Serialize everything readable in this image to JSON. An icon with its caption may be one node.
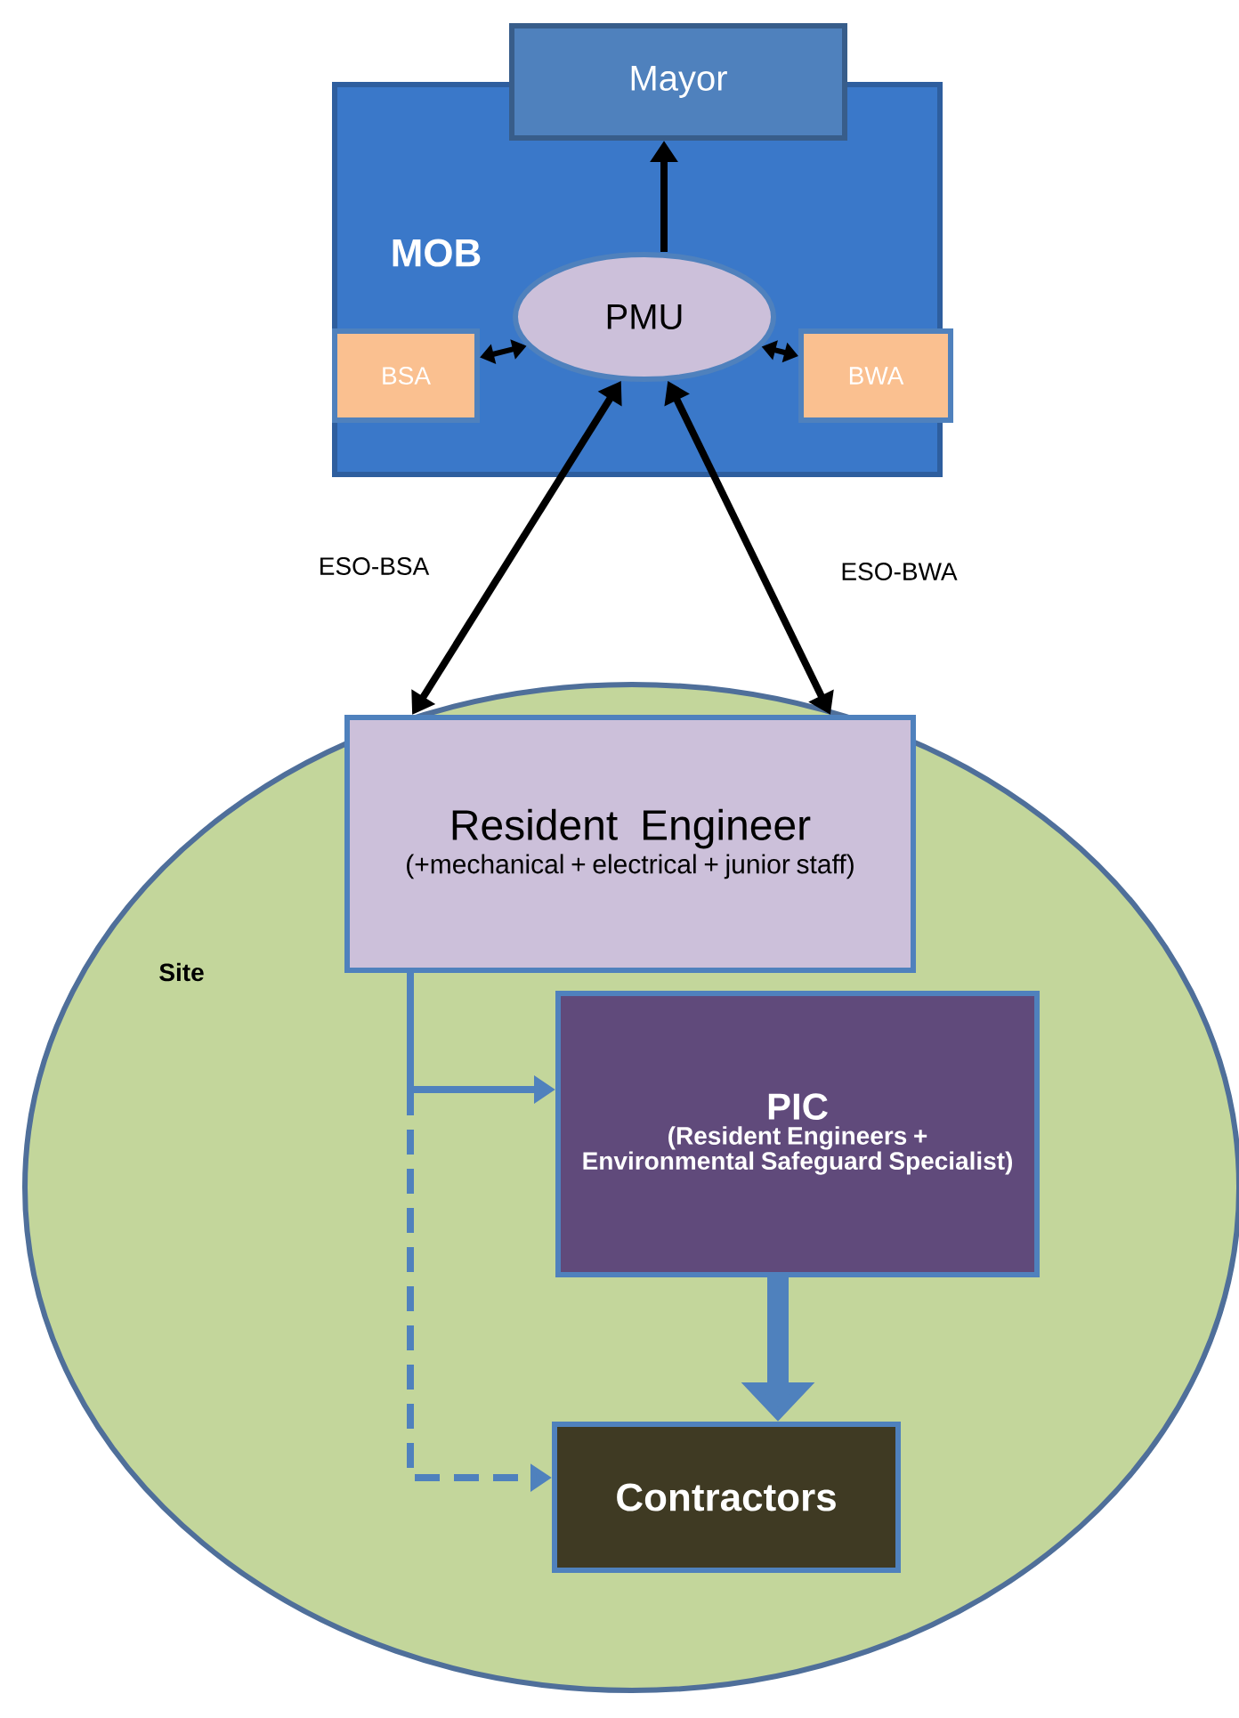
{
  "diagram": {
    "nodes": [
      {
        "text": [
          "MOB"
        ]
      },
      {
        "text": [
          "Mayor"
        ]
      },
      {
        "text": [
          "PMU"
        ],
        "in": 0
      },
      {
        "text": [
          "BSA"
        ],
        "in": 0
      },
      {
        "text": [
          "BWA"
        ],
        "in": 0
      },
      {
        "text": [
          "Site"
        ]
      },
      {
        "text": [
          "Resident Engineer",
          "(+mechanical + electrical + junior staff)"
        ],
        "in": 5
      },
      {
        "text": [
          "PIC",
          "(Resident Engineers + Environmental Safeguard Specialist)"
        ],
        "in": 5
      },
      {
        "text": [
          "Contractors"
        ],
        "in": 5
      }
    ],
    "edges": [
      {
        "from": 2,
        "to": 1,
        "arrow": "to"
      },
      {
        "from": 3,
        "to": 2,
        "arrow": "both"
      },
      {
        "from": 2,
        "to": 4,
        "arrow": "both"
      },
      {
        "from": 2,
        "to": 6,
        "arrow": "both",
        "label": "ESO-BSA"
      },
      {
        "from": 2,
        "to": 6,
        "arrow": "both",
        "label": "ESO-BWA"
      },
      {
        "from": 6,
        "to": 7,
        "arrow": "to",
        "color": "#4f81bd"
      },
      {
        "from": 6,
        "to": 8,
        "arrow": "to",
        "style": "dashed",
        "color": "#4f81bd"
      },
      {
        "from": 7,
        "to": 8,
        "arrow": "to",
        "style": "thick",
        "color": "#4f81bd"
      }
    ]
  }
}
